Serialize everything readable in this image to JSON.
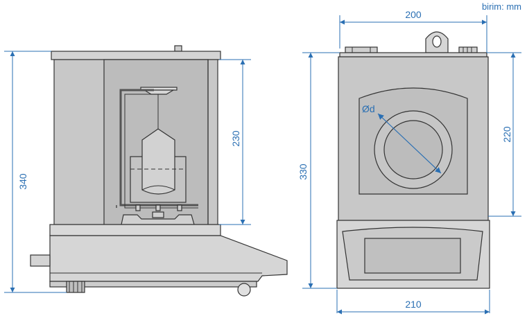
{
  "unit_label": "birim: mm",
  "dimensions": {
    "side_height": "340",
    "chamber_height": "230",
    "front_width_top": "200",
    "front_height": "330",
    "front_chamber_height": "220",
    "front_width_bottom": "210",
    "diameter_label": "Ød"
  },
  "colors": {
    "dimension": "#2a6fb3",
    "body_fill": "#d9d9d9",
    "panel_fill": "#bfbfbf",
    "outline": "#333333"
  }
}
